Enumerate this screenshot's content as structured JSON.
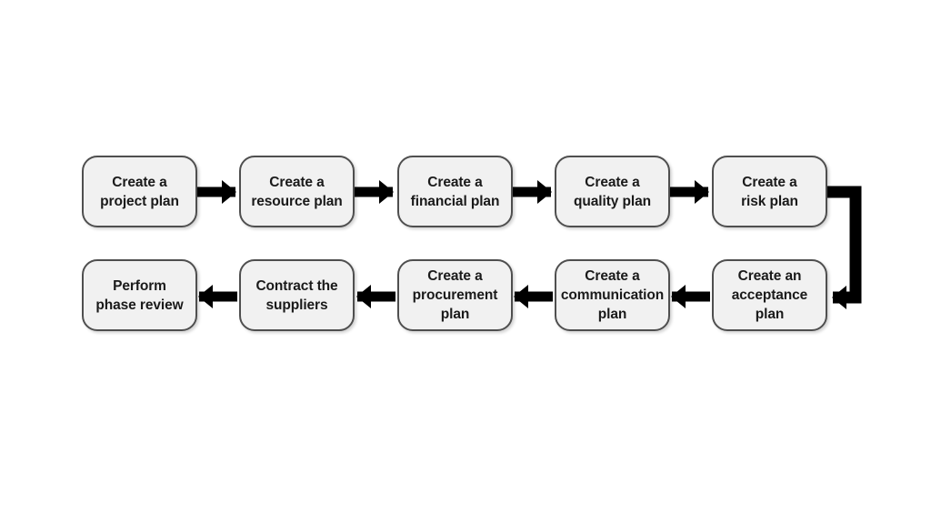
{
  "flowchart": {
    "colors": {
      "background": "#ffffff",
      "box_fill": "#f1f1f1",
      "box_border": "#4f4f4f",
      "text": "#1a1a1a",
      "arrow": "#000000"
    },
    "nodes": [
      {
        "id": "create-project-plan",
        "label": [
          "Create a",
          "project plan"
        ]
      },
      {
        "id": "create-resource-plan",
        "label": [
          "Create a",
          "resource plan"
        ]
      },
      {
        "id": "create-financial-plan",
        "label": [
          "Create a",
          "financial plan"
        ]
      },
      {
        "id": "create-quality-plan",
        "label": [
          "Create a",
          "quality plan"
        ]
      },
      {
        "id": "create-risk-plan",
        "label": [
          "Create a",
          "risk plan"
        ]
      },
      {
        "id": "create-acceptance-plan",
        "label": [
          "Create an",
          "acceptance",
          "plan"
        ]
      },
      {
        "id": "create-communication-plan",
        "label": [
          "Create a",
          "communication",
          "plan"
        ]
      },
      {
        "id": "create-procurement-plan",
        "label": [
          "Create a",
          "procurement",
          "plan"
        ]
      },
      {
        "id": "contract-the-suppliers",
        "label": [
          "Contract the",
          "suppliers"
        ]
      },
      {
        "id": "perform-phase-review",
        "label": [
          "Perform",
          "phase review"
        ]
      }
    ],
    "connections": [
      {
        "from": "create-project-plan",
        "to": "create-resource-plan"
      },
      {
        "from": "create-resource-plan",
        "to": "create-financial-plan"
      },
      {
        "from": "create-financial-plan",
        "to": "create-quality-plan"
      },
      {
        "from": "create-quality-plan",
        "to": "create-risk-plan"
      },
      {
        "from": "create-risk-plan",
        "to": "create-acceptance-plan"
      },
      {
        "from": "create-acceptance-plan",
        "to": "create-communication-plan"
      },
      {
        "from": "create-communication-plan",
        "to": "create-procurement-plan"
      },
      {
        "from": "create-procurement-plan",
        "to": "contract-the-suppliers"
      },
      {
        "from": "contract-the-suppliers",
        "to": "perform-phase-review"
      }
    ]
  }
}
